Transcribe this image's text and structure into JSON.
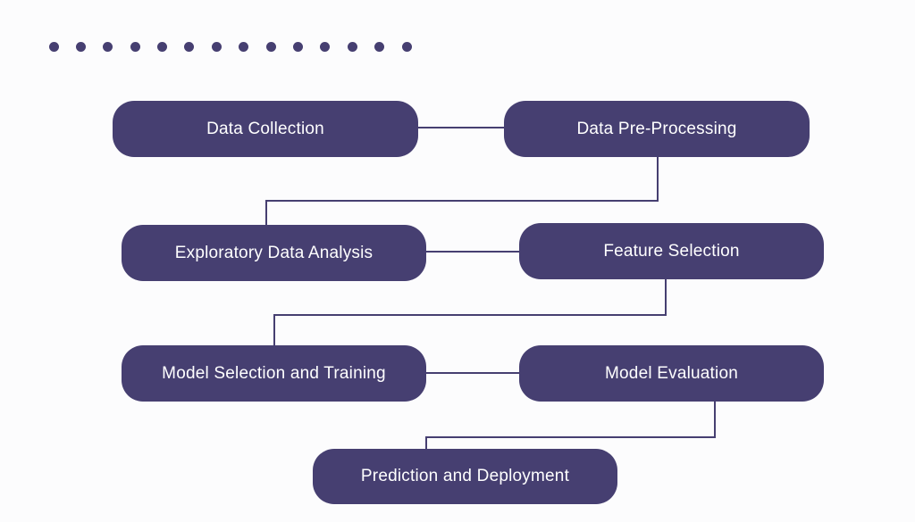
{
  "colors": {
    "node_fill": "#463f71",
    "connector": "#463f71",
    "dot": "#463f71",
    "background": "#fcfcfd"
  },
  "decoration": {
    "dot_count": 14
  },
  "steps": [
    {
      "label": "Data Collection"
    },
    {
      "label": "Data Pre-Processing"
    },
    {
      "label": "Exploratory Data Analysis"
    },
    {
      "label": "Feature Selection"
    },
    {
      "label": "Model Selection and Training"
    },
    {
      "label": "Model Evaluation"
    },
    {
      "label": "Prediction and Deployment"
    }
  ],
  "connections": [
    {
      "from": 0,
      "to": 1
    },
    {
      "from": 1,
      "to": 2
    },
    {
      "from": 2,
      "to": 3
    },
    {
      "from": 3,
      "to": 4
    },
    {
      "from": 4,
      "to": 5
    },
    {
      "from": 5,
      "to": 6
    }
  ]
}
